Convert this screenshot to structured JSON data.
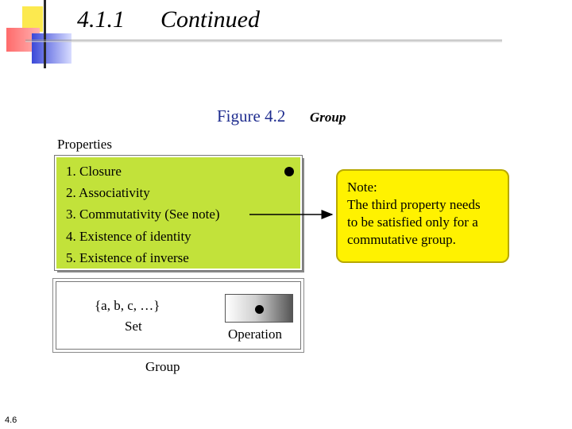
{
  "slide": {
    "section_number": "4.1.1",
    "section_title": "Continued",
    "page_number": "4.6"
  },
  "figure": {
    "caption": "Figure 4.2",
    "caption_sub": "Group",
    "properties_label": "Properties",
    "properties": [
      "1. Closure",
      "2. Associativity",
      "3. Commutativity (See note)",
      "4. Existence of identity",
      "5. Existence of inverse"
    ],
    "note_lines": [
      "Note:",
      "The third property needs",
      "to be satisfied only for a",
      "commutative group."
    ],
    "set_elements": "{a, b, c, …}",
    "set_label": "Set",
    "operation_label": "Operation",
    "group_label": "Group",
    "colors": {
      "properties_fill": "#c2e23a",
      "note_fill": "#fff200",
      "caption_color": "#1f2d8f"
    }
  }
}
